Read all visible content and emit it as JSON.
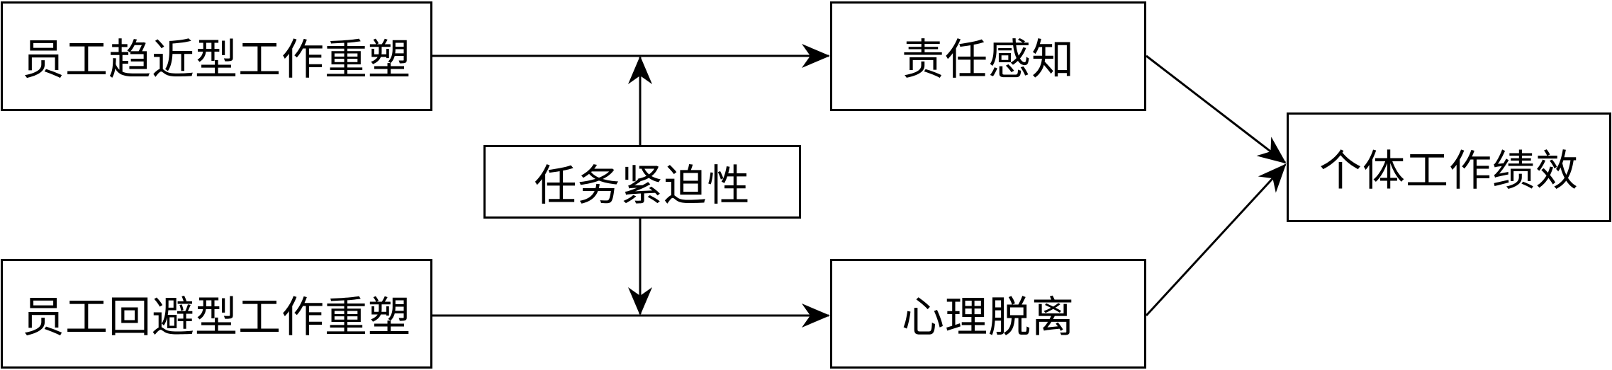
{
  "diagram": {
    "nodes": {
      "approach_crafting": "员工趋近型工作重塑",
      "avoidance_crafting": "员工回避型工作重塑",
      "task_urgency": "任务紧迫性",
      "felt_responsibility": "责任感知",
      "psychological_detachment": "心理脱离",
      "job_performance": "个体工作绩效"
    },
    "edges": [
      {
        "from": "approach_crafting",
        "to": "felt_responsibility"
      },
      {
        "from": "avoidance_crafting",
        "to": "psychological_detachment"
      },
      {
        "from": "felt_responsibility",
        "to": "job_performance"
      },
      {
        "from": "psychological_detachment",
        "to": "job_performance"
      },
      {
        "from": "task_urgency",
        "to": "approach_crafting→felt_responsibility",
        "type": "moderation"
      },
      {
        "from": "task_urgency",
        "to": "avoidance_crafting→psychological_detachment",
        "type": "moderation"
      }
    ]
  }
}
